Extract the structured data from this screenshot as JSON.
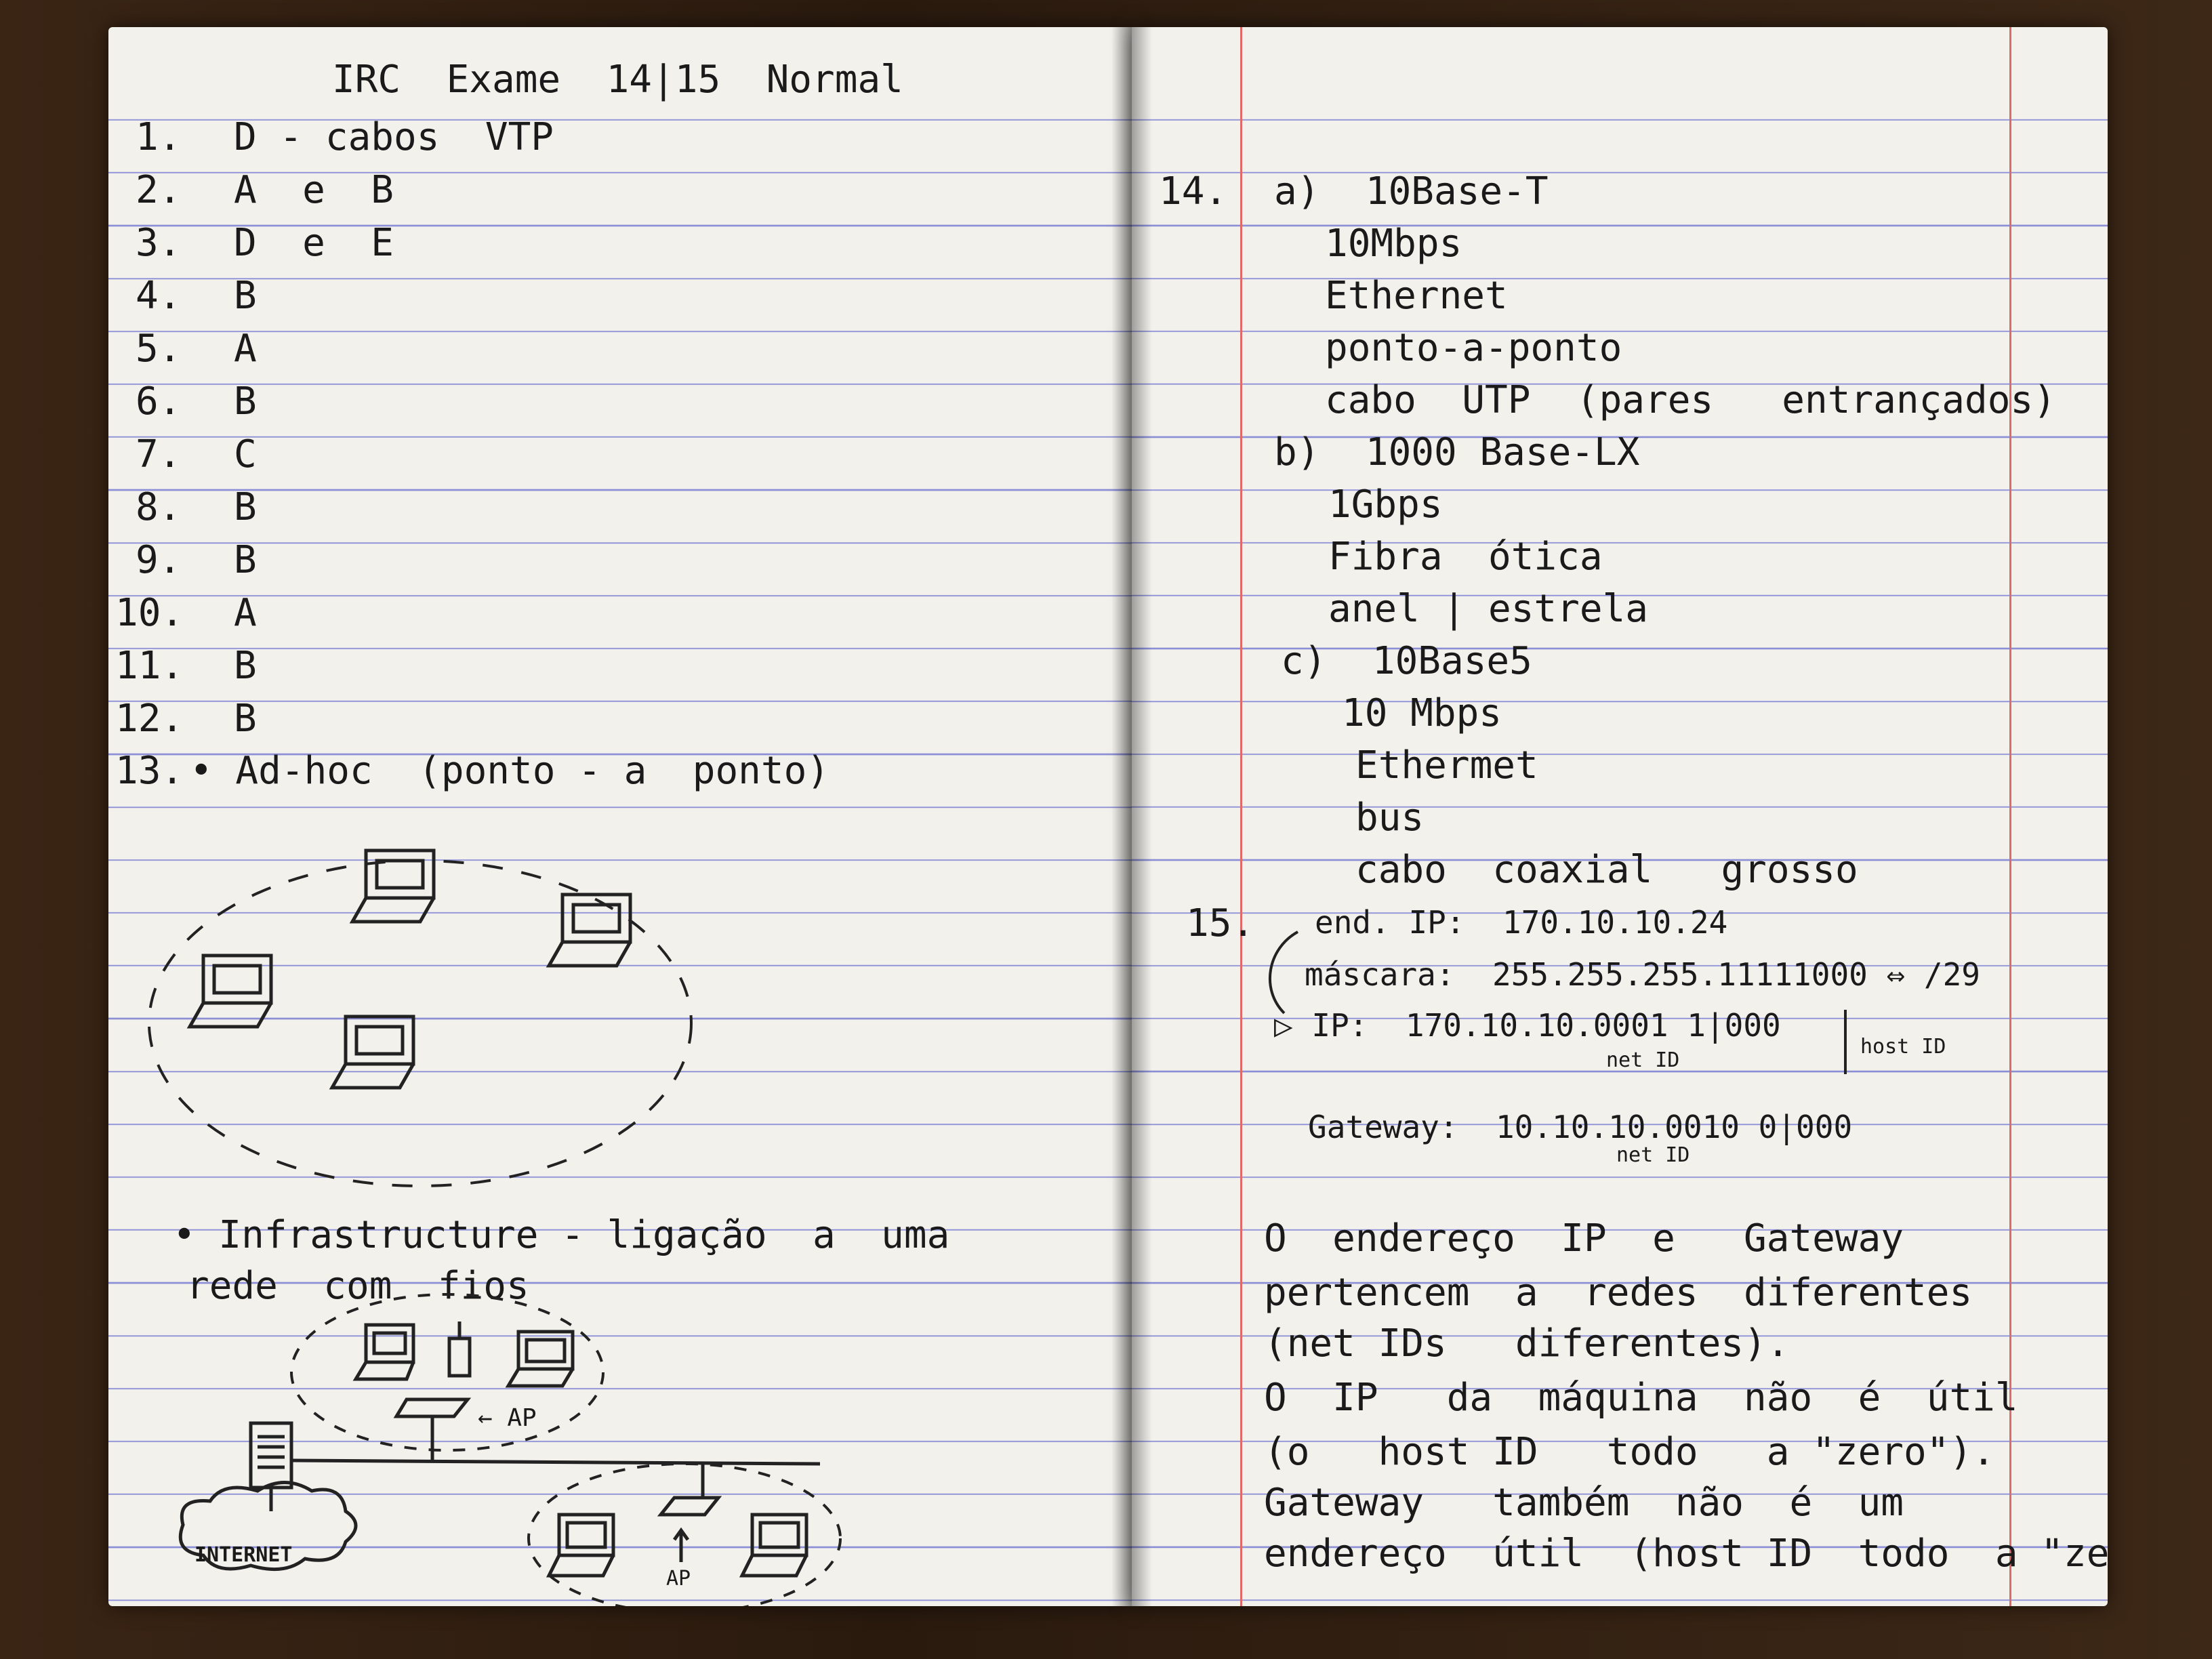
{
  "left_page": {
    "title": "IRC  Exame  14|15  Normal",
    "answers": [
      {
        "num": "1.",
        "ans": "D - cabos  VTP"
      },
      {
        "num": "2.",
        "ans": "A  e  B"
      },
      {
        "num": "3.",
        "ans": "D  e  E"
      },
      {
        "num": "4.",
        "ans": "B"
      },
      {
        "num": "5.",
        "ans": "A"
      },
      {
        "num": "6.",
        "ans": "B"
      },
      {
        "num": "7.",
        "ans": "C"
      },
      {
        "num": "8.",
        "ans": "B"
      },
      {
        "num": "9.",
        "ans": "B"
      },
      {
        "num": "10.",
        "ans": "A"
      },
      {
        "num": "11.",
        "ans": "B"
      },
      {
        "num": "12.",
        "ans": "B"
      },
      {
        "num": "13.",
        "ans": "• Ad-hoc  (ponto - a  ponto)"
      }
    ],
    "infra_line1": "• Infrastructure - ligação  a  uma",
    "infra_line2": "rede  com  fios",
    "label_ap_top": "← AP",
    "label_internet": "INTERNET",
    "label_ap_bottom": "AP"
  },
  "right_page": {
    "q14_num": "14.",
    "q14": [
      "a)  10Base-T",
      "10Mbps",
      "Ethernet",
      "ponto-a-ponto",
      "cabo  UTP  (pares   entrançados)",
      "b)  1000 Base-LX",
      "1Gbps",
      "Fibra  ótica",
      "anel | estrela",
      "c)  10Base5",
      "10 Mbps",
      "Ethermet",
      "bus",
      "cabo  coaxial   grosso"
    ],
    "q15_num": "15.",
    "q15_end_ip": "end. IP:  170.10.10.24",
    "q15_mask": "máscara:  255.255.255.11111000 ⇔ /29",
    "q15_ip": "▷ IP:  170.10.10.0001 1|000",
    "q15_netid": "net ID",
    "q15_hostid": "host ID",
    "q15_gateway": "Gateway:  10.10.10.0010 0|000",
    "q15_gw_netid": "net ID",
    "conclusion": [
      "O  endereço  IP  e   Gateway",
      "pertencem  a  redes  diferentes",
      "(net IDs   diferentes).",
      "O  IP   da  máquina  não  é  útil",
      "(o   host ID   todo   a \"zero\").",
      "Gateway   também  não  é  um",
      "endereço  útil  (host ID  todo  a \"zero\")."
    ]
  }
}
